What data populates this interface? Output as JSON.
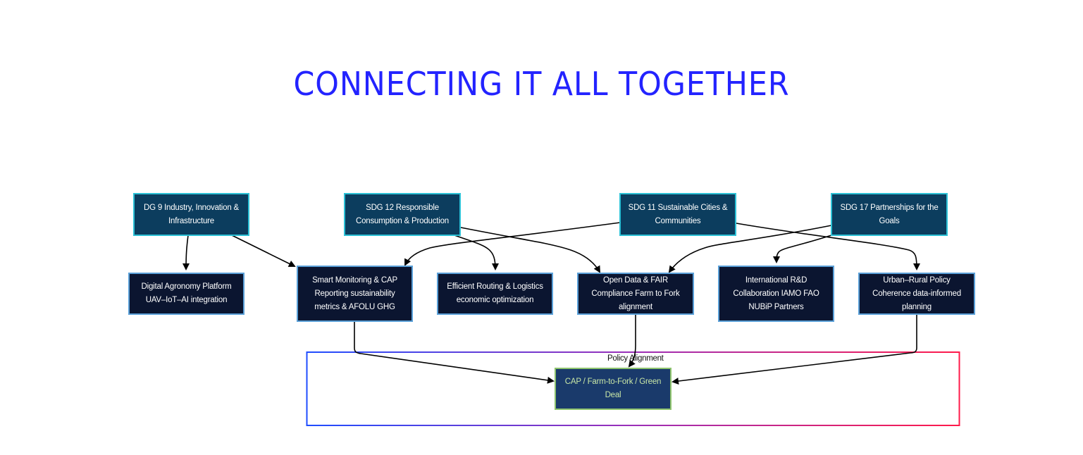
{
  "title": "CONNECTING IT ALL TOGETHER",
  "colors": {
    "title": "#2323ff",
    "sdg_fill": "#0c3d5e",
    "sdg_border": "#2cc1d6",
    "outcome_fill": "#0b1530",
    "outcome_border": "#5aa0d8",
    "policy_fill": "#1a3a6b",
    "policy_border": "#8fc46e",
    "policy_text": "#c8e6a6",
    "group_gradient": [
      "#1f4dff",
      "#9b2fb8",
      "#ff1a4a"
    ]
  },
  "sdg_nodes": [
    {
      "id": "sdg9",
      "label": "DG 9 Industry, Innovation & Infrastructure"
    },
    {
      "id": "sdg12",
      "label": "SDG 12 Responsible Consumption & Production"
    },
    {
      "id": "sdg11",
      "label": "SDG 11 Sustainable Cities & Communities"
    },
    {
      "id": "sdg17",
      "label": "SDG 17 Partnerships for the Goals"
    }
  ],
  "outcome_nodes": [
    {
      "id": "agronomy",
      "label": "Digital Agronomy Platform UAV–IoT–AI integration"
    },
    {
      "id": "monitoring",
      "label": "Smart Monitoring & CAP Reporting sustainability metrics & AFOLU GHG"
    },
    {
      "id": "routing",
      "label": "Efficient Routing & Logistics economic optimization"
    },
    {
      "id": "opendata",
      "label": "Open Data & FAIR Compliance Farm to Fork alignment"
    },
    {
      "id": "rnd",
      "label": "International R&D Collaboration IAMO  FAO NUBiP  Partners"
    },
    {
      "id": "urban",
      "label": "Urban–Rural Policy Coherence data-informed planning"
    }
  ],
  "policy_group": {
    "label": "Policy Alignment",
    "node": {
      "id": "cap",
      "label": "CAP / Farm-to-Fork / Green Deal"
    }
  },
  "edges": [
    {
      "from": "sdg9",
      "to": "agronomy"
    },
    {
      "from": "sdg9",
      "to": "monitoring"
    },
    {
      "from": "sdg12",
      "to": "routing"
    },
    {
      "from": "sdg12",
      "to": "opendata"
    },
    {
      "from": "sdg11",
      "to": "monitoring"
    },
    {
      "from": "sdg11",
      "to": "urban"
    },
    {
      "from": "sdg17",
      "to": "opendata"
    },
    {
      "from": "sdg17",
      "to": "rnd"
    },
    {
      "from": "monitoring",
      "to": "cap"
    },
    {
      "from": "opendata",
      "to": "cap"
    },
    {
      "from": "urban",
      "to": "cap"
    }
  ]
}
